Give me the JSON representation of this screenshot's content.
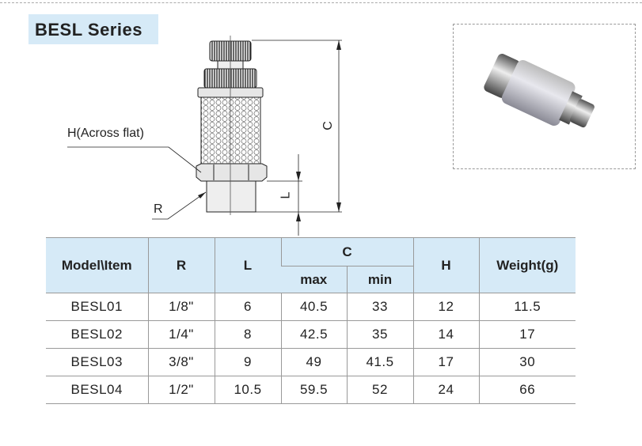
{
  "title": "BESL Series",
  "drawing_labels": {
    "h": "H(Across flat)",
    "r": "R",
    "c": "C",
    "l": "L"
  },
  "table": {
    "headers": {
      "model": "Model\\Item",
      "r": "R",
      "l": "L",
      "c": "C",
      "c_max": "max",
      "c_min": "min",
      "h": "H",
      "weight": "Weight(g)"
    },
    "rows": [
      {
        "model": "BESL01",
        "r": "1/8\"",
        "l": "6",
        "cmax": "40.5",
        "cmin": "33",
        "h": "12",
        "weight": "11.5"
      },
      {
        "model": "BESL02",
        "r": "1/4\"",
        "l": "8",
        "cmax": "42.5",
        "cmin": "35",
        "h": "14",
        "weight": "17"
      },
      {
        "model": "BESL03",
        "r": "3/8\"",
        "l": "9",
        "cmax": "49",
        "cmin": "41.5",
        "h": "17",
        "weight": "30"
      },
      {
        "model": "BESL04",
        "r": "1/2\"",
        "l": "10.5",
        "cmax": "59.5",
        "cmin": "52",
        "h": "24",
        "weight": "66"
      }
    ]
  }
}
